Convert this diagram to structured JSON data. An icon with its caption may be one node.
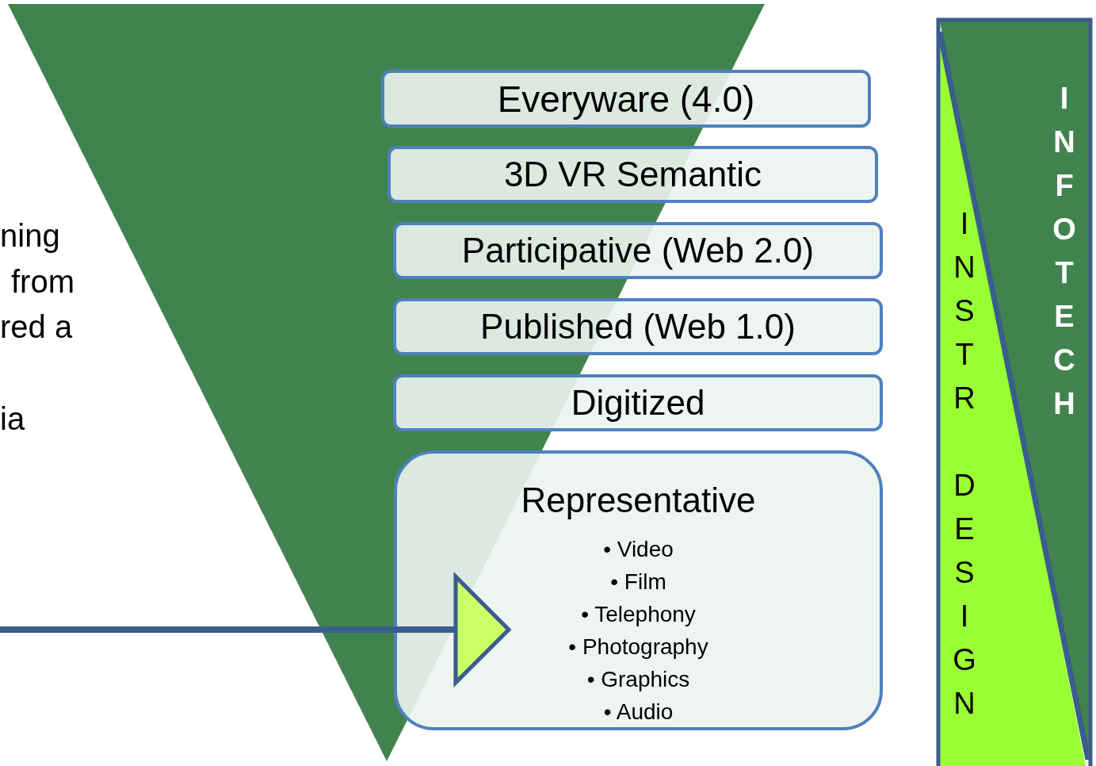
{
  "diagram": {
    "nodes": [
      {
        "text": [
          "Everyware (4.0)"
        ]
      },
      {
        "text": [
          "3D VR Semantic"
        ]
      },
      {
        "text": [
          "Participative (Web 2.0)"
        ]
      },
      {
        "text": [
          "Published (Web 1.0)"
        ]
      },
      {
        "text": [
          "Digitized"
        ]
      },
      {
        "text": [
          "Representative",
          "• Video",
          "• Film",
          "• Telephony",
          "• Photography",
          "• Graphics",
          "• Audio"
        ]
      },
      {
        "text": [
          "INFOTECH"
        ]
      },
      {
        "text": [
          "INSTR DESIGN"
        ]
      }
    ],
    "edges": [
      {
        "from": null,
        "to": 5,
        "arrow": "to"
      }
    ],
    "labels": [
      "ning",
      "from",
      "red a",
      "ia"
    ]
  }
}
